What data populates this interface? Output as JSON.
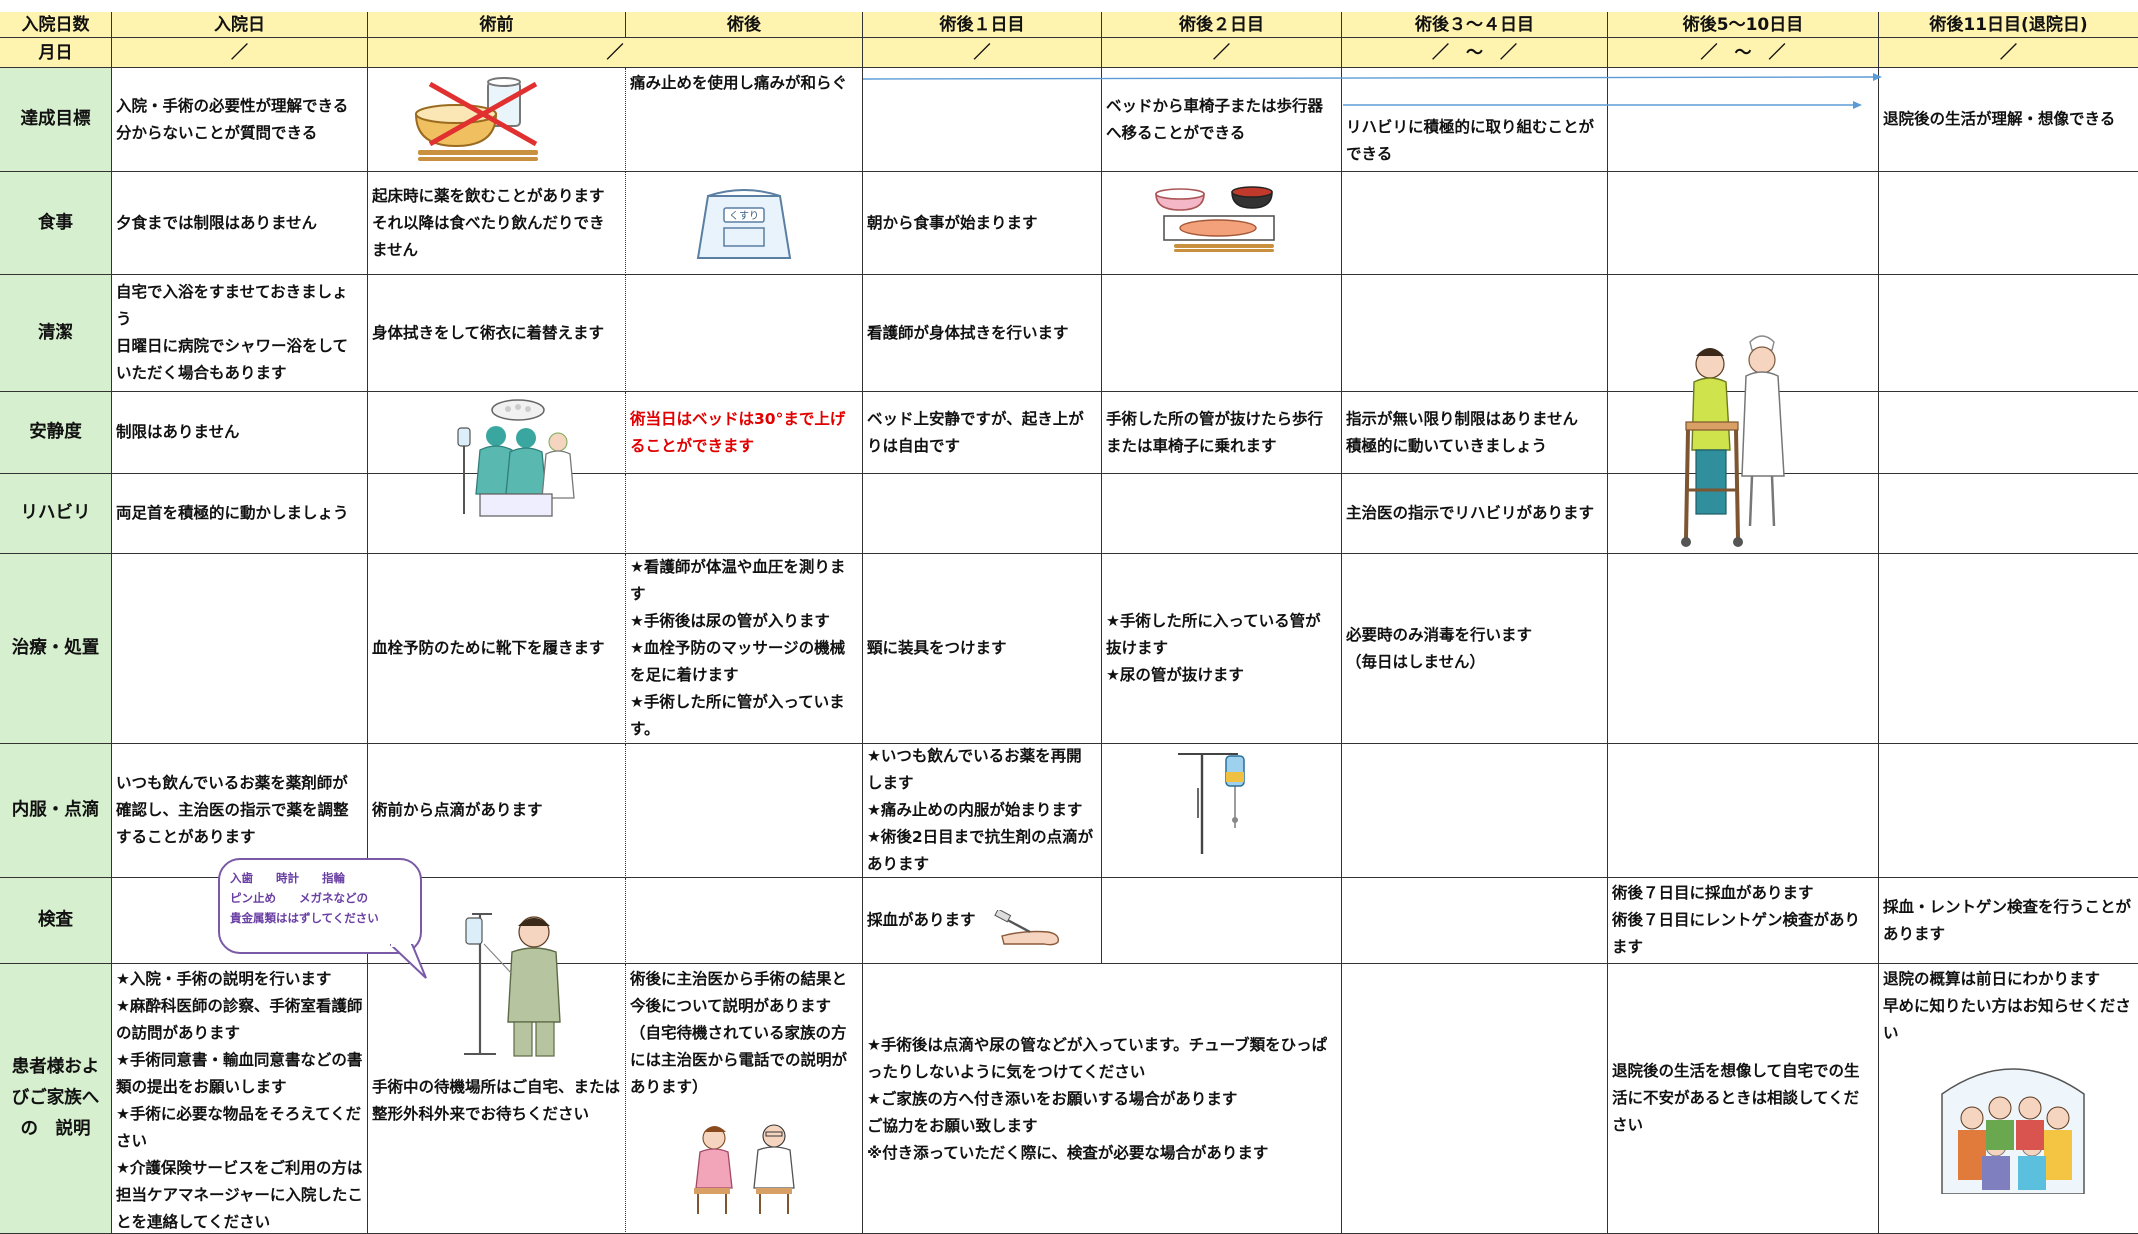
{
  "header": {
    "corner_label": "入院日数",
    "columns": [
      "入院日",
      "術前",
      "術後",
      "術後１日目",
      "術後２日目",
      "術後３～４日目",
      "術後5～10日目",
      "術後11日目(退院日)"
    ]
  },
  "month_row": {
    "label": "月日",
    "values": [
      "／",
      "／",
      "／",
      "／",
      "／　～　／",
      "／　～　／",
      "／"
    ]
  },
  "rows": {
    "goal": {
      "label": "達成目標",
      "day0": "入院・手術の必要性が理解できる\n分からないことが質問できる",
      "postop": "痛み止めを使用し痛みが和らぐ",
      "post2": "ベッドから車椅子または歩行器\nへ移ることができる",
      "post34": "リハビリに積極的に取り組むことが\nできる",
      "post11": "退院後の生活が理解・想像できる"
    },
    "meal": {
      "label": "食事",
      "day0": "夕食までは制限はありません",
      "preop": "起床時に薬を飲むことがあります\nそれ以降は食べたり飲んだりでき\nません",
      "post1": "朝から食事が始まります",
      "pill_box_text": "くすり"
    },
    "hygiene": {
      "label": "清潔",
      "day0": "自宅で入浴をすませておきましょう\n日曜日に病院でシャワー浴をしていただく場合もあります",
      "preop": "身体拭きをして術衣に着替えます",
      "post1": "看護師が身体拭きを行います"
    },
    "rest": {
      "label": "安静度",
      "day0": "制限はありません",
      "postop": "術当日はベッドは30°まで上げることができます",
      "post1": "ベッド上安静ですが、起き上が\nりは自由です",
      "post2": "手術した所の管が抜けたら歩行\nまたは車椅子に乗れます",
      "post34": "指示が無い限り制限はありません\n積極的に動いていきましょう"
    },
    "rehab": {
      "label": "リハビリ",
      "day0": "両足首を積極的に動かしましょう",
      "post34": "主治医の指示でリハビリがあります"
    },
    "treatment": {
      "label": "治療・処置",
      "preop": "血栓予防のために靴下を履きます",
      "postop": "★看護師が体温や血圧を測ります\n★手術後は尿の管が入ります\n★血栓予防のマッサージの機械を足に着けます\n★手術した所に管が入っています。",
      "post1": "頸に装具をつけます",
      "post2": "★手術した所に入っている管が\n抜けます\n★尿の管が抜けます",
      "post34": "必要時のみ消毒を行います\n（毎日はしません）"
    },
    "medication": {
      "label": "内服・点滴",
      "day0": "いつも飲んでいるお薬を薬剤師が確認し、主治医の指示で薬を調整することがあります",
      "preop": "術前から点滴があります",
      "post1": "★いつも飲んでいるお薬を再開します\n★痛み止めの内服が始まります\n★術後2日目まで抗生剤の点滴があります"
    },
    "exam": {
      "label": "検査",
      "post1": "採血があります",
      "post510": "術後７日目に採血があります\n術後７日目にレントゲン検査があります",
      "post11": "採血・レントゲン検査を行うことがあります",
      "bubble_line1": "入歯　　時計　　指輪",
      "bubble_line2": "ピン止め　　メガネなどの",
      "bubble_line3": "貴金属類ははずしてください"
    },
    "explanation": {
      "label": "患者様およびご家族への　説明",
      "day0": "★入院・手術の説明を行います\n★麻酔科医師の診察、手術室看護師の訪問があります\n★手術同意書・輸血同意書などの書類の提出をお願いします\n★手術に必要な物品をそろえてください\n★介護保険サービスをご利用の方は担当ケアマネージャーに入院したことを連絡してください",
      "preop": "手術中の待機場所はご自宅、または整形外科外来でお待ちください",
      "postop": "術後に主治医から手術の結果と今後について説明があります\n（自宅待機されている家族の方には主治医から電話での説明があります）",
      "post1": "★手術後は点滴や尿の管などが入っています。チューブ類をひっぱったりしないように気をつけてください\n★ご家族の方へ付き添いをお願いする場合があります\nご協力をお願い致します\n※付き添っていただく際に、検査が必要な場合があります",
      "post510": "退院後の生活を想像して自宅での生活に不安があるときは相談してください",
      "post11": "退院の概算は前日にわかります\n早めに知りたい方はお知らせください"
    }
  },
  "colors": {
    "header_bg": "#fff3b0",
    "label_bg": "#d6efce",
    "grid": "#333333",
    "alert_red": "#e00000",
    "arrow_blue": "#5b9bd5",
    "bubble_purple": "#7a5aa6"
  },
  "icons": {
    "no_food": "no-food-icon",
    "medicine_bag": "medicine-bag-icon",
    "meal_tray": "meal-tray-icon",
    "surgery": "surgery-team-icon",
    "nurse_walker": "nurse-walker-icon",
    "iv_drip": "iv-drip-icon",
    "blood_test": "blood-draw-icon",
    "patient_iv": "patient-iv-icon",
    "consultation": "doctor-consultation-icon",
    "family": "family-icon"
  }
}
